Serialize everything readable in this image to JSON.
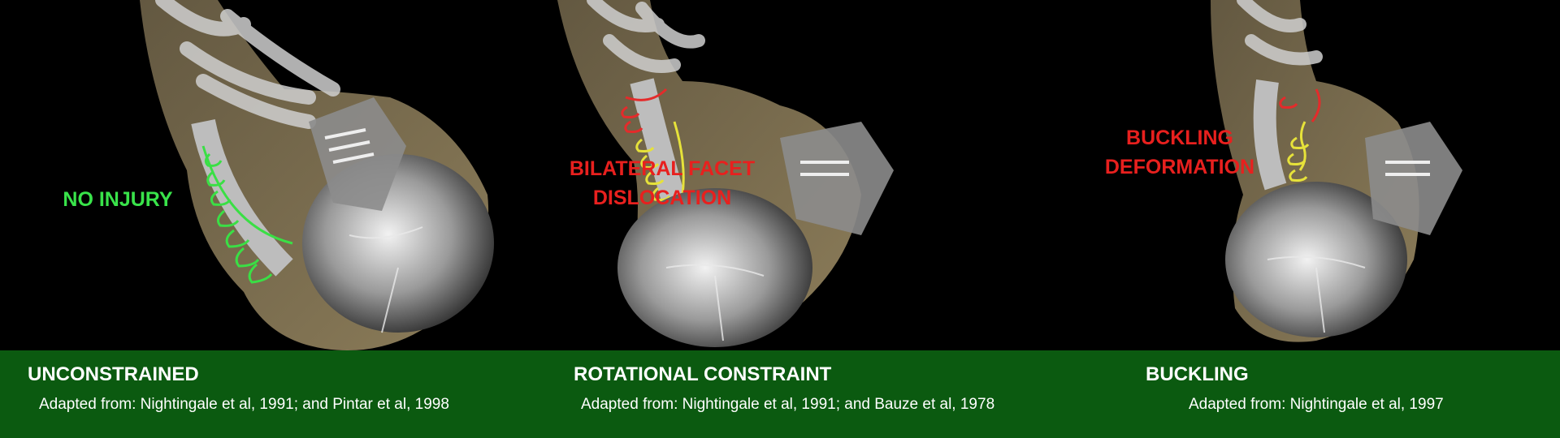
{
  "colors": {
    "background": "#000000",
    "bottom_bar": "#0b5a10",
    "no_injury": "#39e34a",
    "injury": "#e8201e",
    "spine_outline_green": "#3adf45",
    "spine_outline_red": "#e42b2b",
    "spine_outline_yellow": "#e6e23a",
    "soft_tissue": "#8a7a58",
    "bone": "#d0d0d0"
  },
  "panels": [
    {
      "injury_label": "NO INJURY",
      "injury_color": "#39e34a",
      "condition": "UNCONSTRAINED",
      "source": "Adapted from: Nightingale et al, 1991; and Pintar et al, 1998",
      "icon": "head-neck-skeleton-icon"
    },
    {
      "injury_label": "BILATERAL FACET\nDISLOCATION",
      "injury_color": "#e8201e",
      "condition": "ROTATIONAL CONSTRAINT",
      "source": "Adapted from: Nightingale et al, 1991; and Bauze et al, 1978",
      "icon": "head-neck-skeleton-icon"
    },
    {
      "injury_label": "BUCKLING\nDEFORMATION",
      "injury_color": "#e8201e",
      "condition": "BUCKLING",
      "source": "Adapted from: Nightingale et al, 1997",
      "icon": "head-neck-skeleton-icon"
    }
  ]
}
